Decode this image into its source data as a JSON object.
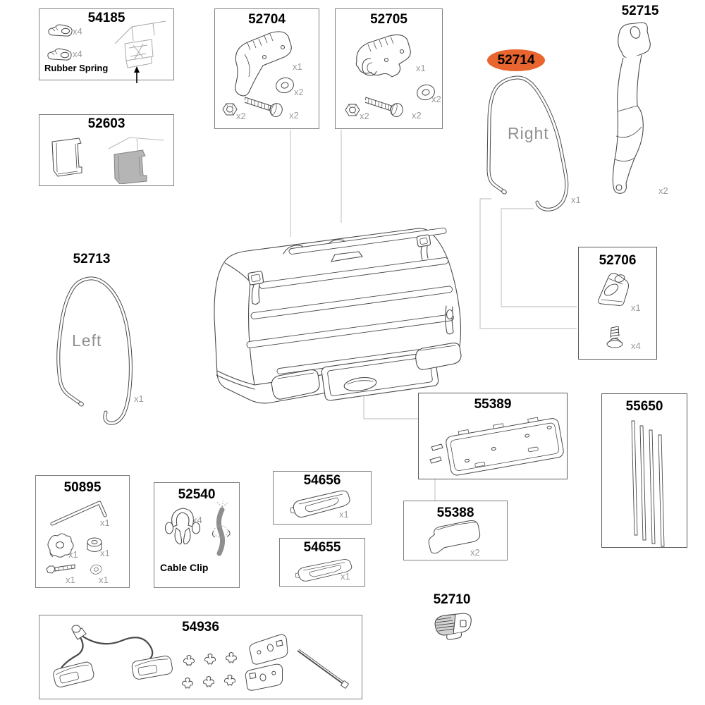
{
  "page": {
    "background": "#ffffff",
    "highlight_color": "#e8652f",
    "box_border_color": "#7f7f7f",
    "leader_line_color": "#c8c8c8"
  },
  "parts": {
    "54185": {
      "number": "54185",
      "qty_top": "x4",
      "qty_bottom": "x4",
      "caption": "Rubber Spring"
    },
    "52603": {
      "number": "52603"
    },
    "52704": {
      "number": "52704",
      "qty_housing": "x1",
      "qty_washer": "x2",
      "qty_nut": "x2",
      "qty_bolt": "x2"
    },
    "52705": {
      "number": "52705",
      "qty_housing": "x1",
      "qty_washer": "x2",
      "qty_nut": "x2",
      "qty_bolt": "x2"
    },
    "52714": {
      "number": "52714",
      "side": "Right",
      "qty": "x1",
      "highlighted": true
    },
    "52715": {
      "number": "52715",
      "qty": "x2"
    },
    "52713": {
      "number": "52713",
      "side": "Left",
      "qty": "x1"
    },
    "52706": {
      "number": "52706",
      "qty_bracket": "x1",
      "qty_screw": "x4"
    },
    "55389": {
      "number": "55389"
    },
    "55650": {
      "number": "55650"
    },
    "55388": {
      "number": "55388",
      "qty": "x2"
    },
    "50895": {
      "number": "50895",
      "qty_key": "x1",
      "qty_knob": "x1",
      "qty_spacer": "x1",
      "qty_bolt": "x1",
      "qty_washer": "x1"
    },
    "52540": {
      "number": "52540",
      "qty_clip": "x4",
      "caption": "Cable Clip"
    },
    "54656": {
      "number": "54656",
      "qty": "x1"
    },
    "54655": {
      "number": "54655",
      "qty": "x1"
    },
    "52710": {
      "number": "52710"
    },
    "54936": {
      "number": "54936"
    }
  }
}
